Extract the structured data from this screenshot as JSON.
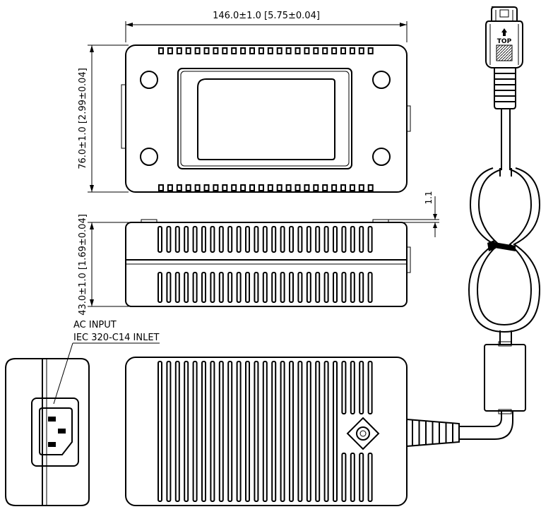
{
  "dimensions": {
    "length": "146.0±1.0 [5.75±0.04]",
    "width": "76.0±1.0 [2.99±0.04]",
    "height": "43.0±1.0 [1.69±0.04]",
    "foot_gap": "1.1"
  },
  "ac_input": {
    "line1": "AC INPUT",
    "line2": "IEC 320-C14 INLET"
  },
  "connector": {
    "top_label": "TOP"
  }
}
